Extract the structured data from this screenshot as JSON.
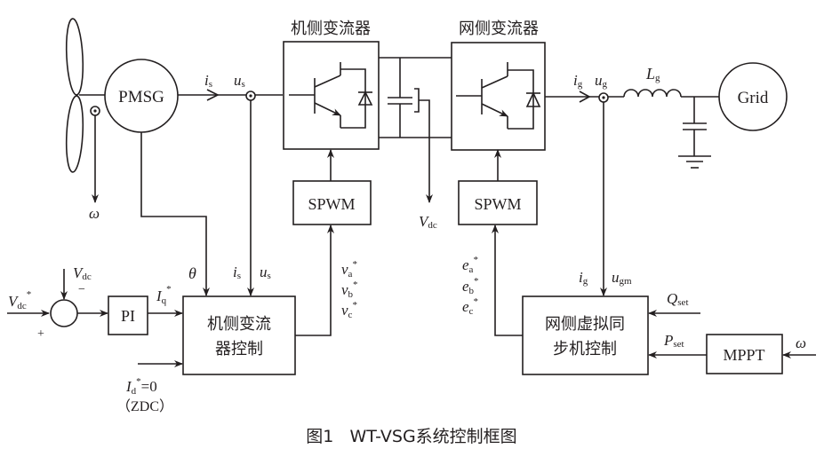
{
  "figure": {
    "caption": "图1   WT-VSG系统控制框图",
    "blocks": {
      "pmsg": "PMSG",
      "grid": "Grid",
      "msc_title": "机侧变流器",
      "gsc_title": "网侧变流器",
      "spwm_left": "SPWM",
      "spwm_right": "SPWM",
      "pi": "PI",
      "mppt": "MPPT",
      "msc_control_line1": "机侧变流",
      "msc_control_line2": "器控制",
      "gsc_control_line1": "网侧虚拟同",
      "gsc_control_line2": "步机控制"
    },
    "signals": {
      "omega_turbine": "ω",
      "is_top": {
        "base": "i",
        "sub": "s"
      },
      "us_top": {
        "base": "u",
        "sub": "s"
      },
      "ig_top": {
        "base": "i",
        "sub": "g"
      },
      "ug_top": {
        "base": "u",
        "sub": "g"
      },
      "Lg": {
        "base": "L",
        "sub": "g"
      },
      "vdc_out": {
        "base": "V",
        "sub": "dc"
      },
      "theta": "θ",
      "is_ctrl": {
        "base": "i",
        "sub": "s"
      },
      "us_ctrl": {
        "base": "u",
        "sub": "s"
      },
      "va": {
        "base": "v",
        "sub": "a",
        "sup": "*"
      },
      "vb": {
        "base": "v",
        "sub": "b",
        "sup": "*"
      },
      "vc": {
        "base": "v",
        "sub": "c",
        "sup": "*"
      },
      "vdc_ref": {
        "base": "V",
        "sub": "dc",
        "sup": "*"
      },
      "vdc_fb": {
        "base": "V",
        "sub": "dc"
      },
      "minus": "−",
      "plus": "+",
      "iq_ref": {
        "base": "I",
        "sub": "q",
        "sup": "*"
      },
      "id_ref": {
        "base": "I",
        "sub": "d",
        "sup": "*",
        "suffix": "=0"
      },
      "zdc": "（ZDC）",
      "ea": {
        "base": "e",
        "sub": "a",
        "sup": "*"
      },
      "eb": {
        "base": "e",
        "sub": "b",
        "sup": "*"
      },
      "ec": {
        "base": "e",
        "sub": "c",
        "sup": "*"
      },
      "ig_ctrl": {
        "base": "i",
        "sub": "g"
      },
      "ugm": {
        "base": "u",
        "sub": "gm"
      },
      "qset": {
        "base": "Q",
        "sub": "set"
      },
      "pset": {
        "base": "P",
        "sub": "set"
      },
      "omega_mppt": "ω"
    }
  }
}
